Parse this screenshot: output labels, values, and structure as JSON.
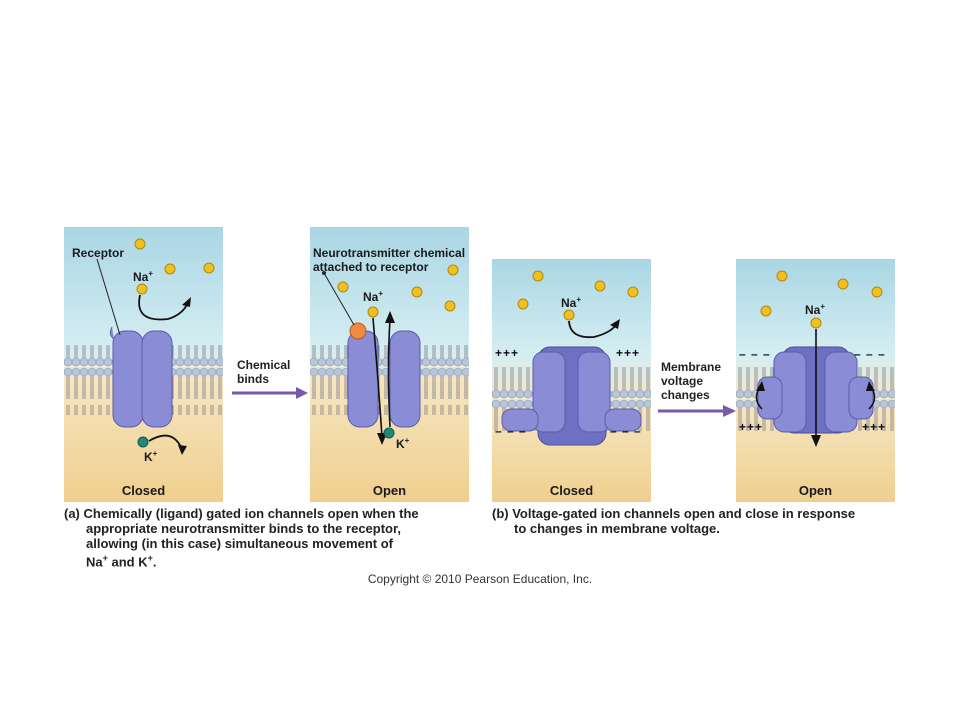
{
  "panels": {
    "a_closed": {
      "state": "Closed",
      "receptor_label": "Receptor",
      "na_label": "Na",
      "k_label": "K"
    },
    "a_open": {
      "state": "Open",
      "nt_label_1": "Neurotransmitter chemical",
      "nt_label_2": "attached to receptor",
      "na_label": "Na",
      "k_label": "K"
    },
    "b_closed": {
      "state": "Closed",
      "na_label": "Na",
      "top_left_charge": "+++",
      "top_right_charge": "+++",
      "bottom_left_charge": "– – –",
      "bottom_right_charge": "– – –"
    },
    "b_open": {
      "state": "Open",
      "na_label": "Na",
      "top_left_charge": "– – –",
      "top_right_charge": "– – –",
      "bottom_left_charge": "+++",
      "bottom_right_charge": "+++"
    }
  },
  "ion_superscript": "+",
  "transitions": {
    "chemical_1": "Chemical",
    "chemical_2": "binds",
    "membrane_1": "Membrane",
    "membrane_2": "voltage",
    "membrane_3": "changes"
  },
  "captions": {
    "a_line1": "(a) Chemically (ligand) gated ion channels open when the",
    "a_line2": "appropriate neurotransmitter binds to the receptor,",
    "a_line3": "allowing (in this case) simultaneous movement of",
    "a_line4_na": "Na",
    "a_line4_and": " and K",
    "a_line4_end": ".",
    "b_line1": "(b) Voltage-gated ion channels open and close in response",
    "b_line2": "to changes in membrane voltage."
  },
  "copyright": "Copyright © 2010 Pearson Education, Inc.",
  "colors": {
    "extracellular": "#bfe0ea",
    "intracellular": "#f1d39a",
    "protein": "#8b8cd6",
    "na_ion": "#f0c020",
    "k_ion": "#1f8a7a",
    "arrow": "#7a5aa8"
  }
}
